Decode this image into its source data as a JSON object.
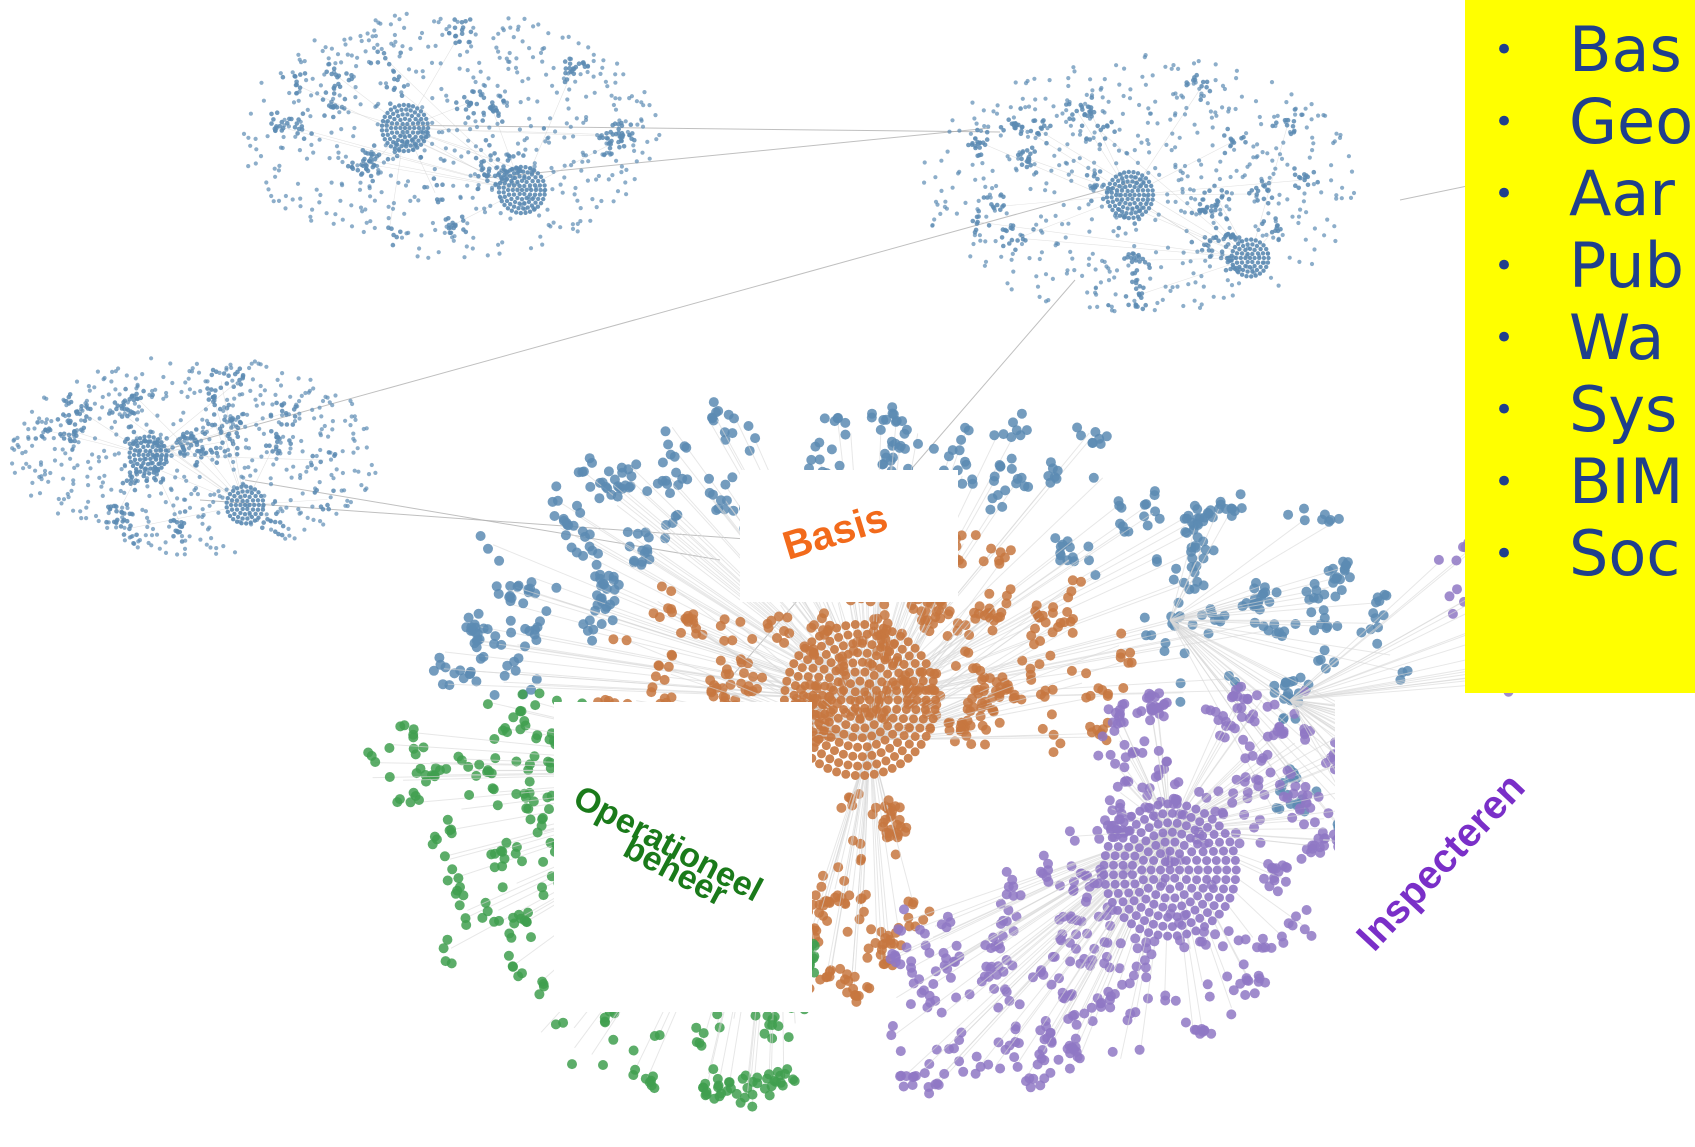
{
  "colors": {
    "blue_node": "#5c8bb3",
    "orange_node": "#c7773f",
    "green_node": "#3f9f4f",
    "purple_node": "#8f78c4",
    "edge": "#c8c8c8",
    "panel": "#ffff00",
    "panel_text": "#1f3f8c"
  },
  "labels": {
    "basis": {
      "text": "Basis",
      "color": "#f26a1b"
    },
    "operationeel": {
      "line1": "Operationeel",
      "line2": "beheer",
      "color": "#1a7a1a"
    },
    "inspecteren": {
      "text": "Inspecteren",
      "color": "#7a2fc8"
    }
  },
  "bullet_list": {
    "bullet": "•",
    "items": [
      "Bas",
      "Geo",
      "Aar",
      "Pub",
      "Wa",
      "Sys",
      "BIM",
      "Soc"
    ]
  }
}
